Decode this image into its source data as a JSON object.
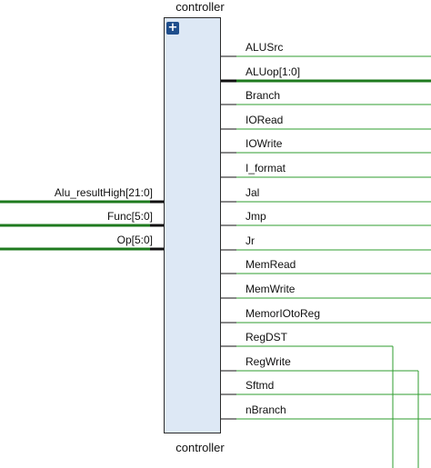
{
  "block": {
    "name_top": "controller",
    "name_bottom": "controller",
    "expand_icon": "plus-icon"
  },
  "inputs": [
    {
      "label": "Alu_resultHigh[21:0]",
      "bus": true
    },
    {
      "label": "Func[5:0]",
      "bus": true
    },
    {
      "label": "Op[5:0]",
      "bus": true
    }
  ],
  "outputs": [
    {
      "label": "ALUSrc",
      "bus": false
    },
    {
      "label": "ALUop[1:0]",
      "bus": true
    },
    {
      "label": "Branch",
      "bus": false
    },
    {
      "label": "IORead",
      "bus": false
    },
    {
      "label": "IOWrite",
      "bus": false
    },
    {
      "label": "I_format",
      "bus": false
    },
    {
      "label": "Jal",
      "bus": false
    },
    {
      "label": "Jmp",
      "bus": false
    },
    {
      "label": "Jr",
      "bus": false
    },
    {
      "label": "MemRead",
      "bus": false
    },
    {
      "label": "MemWrite",
      "bus": false
    },
    {
      "label": "MemorIOtoReg",
      "bus": false
    },
    {
      "label": "RegDST",
      "bus": false
    },
    {
      "label": "RegWrite",
      "bus": false
    },
    {
      "label": "Sftmd",
      "bus": false
    },
    {
      "label": "nBranch",
      "bus": false
    }
  ],
  "colors": {
    "wire": "#2f9e2f",
    "bus_wire": "#1e7a1e",
    "pin": "#111111",
    "block_fill": "#dde8f5",
    "block_border": "#2b2b2b"
  }
}
